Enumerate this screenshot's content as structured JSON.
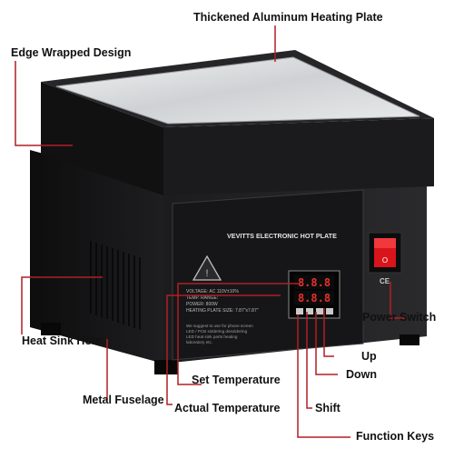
{
  "callouts": {
    "heating_plate": "Thickened Aluminum Heating Plate",
    "edge_wrapped": "Edge Wrapped Design",
    "power_switch": "Power Switch",
    "heat_sink": "Heat Sink Hole",
    "up": "Up",
    "down": "Down",
    "set_temp": "Set Temperature",
    "metal_fuselage": "Metal Fuselage",
    "actual_temp": "Actual Temperature",
    "shift": "Shift",
    "function_keys": "Function Keys"
  },
  "device": {
    "brand_label": "VEVITTS ELECTRONIC HOT PLATE",
    "spec_lines": [
      "VOLTAGE: AC 110V±10%",
      "TEMP. RANGE:",
      "POWER: 800W",
      "HEATING PLATE SIZE: 7.87\"x7.87\""
    ],
    "notice_lines": [
      "We suggest to use for phone screen",
      "LED / PCB soldering desoldering",
      "LED heat sink parts heating",
      "laboratory etc."
    ],
    "display_top": "8.8.8",
    "display_bottom": "8.8.8",
    "ce_mark": "CE"
  },
  "colors": {
    "accent_line": "#b11f25",
    "body": "#1a1a1c",
    "plate": "#d4d6d8",
    "switch": "#d9141b",
    "led": "#e8302a"
  }
}
